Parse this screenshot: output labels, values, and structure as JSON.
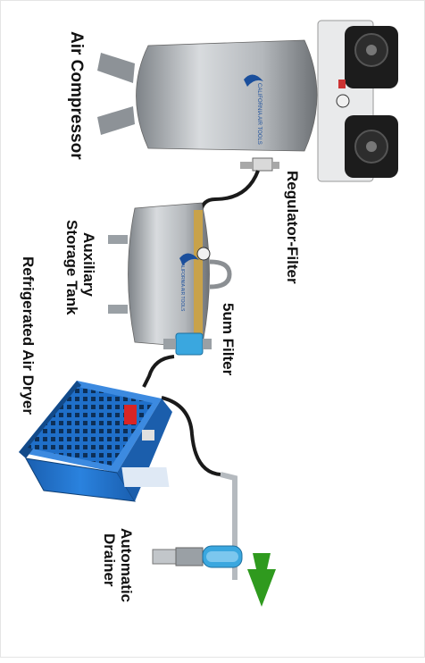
{
  "labels": {
    "air_compressor": "Air Compressor",
    "regulator_filter": "Regulator-Filter",
    "auxiliary_storage_tank_line1": "Auxiliary",
    "auxiliary_storage_tank_line2": "Storage Tank",
    "filter_5um": "5um Filter",
    "refrigerated_air_dryer": "Refrigerated Air Dryer",
    "automatic_drainer_line1": "Automatic",
    "automatic_drainer_line2": "Drainer"
  },
  "logos": {
    "compressor_brand": "CALIFORNIA AIR TOOLS",
    "tank_brand": "CALIFORNIA AIR TOOLS"
  },
  "colors": {
    "tank_silver": "#b9bdc1",
    "dryer_blue": "#1f6fc9",
    "flow_arrow_green": "#2f9a1e",
    "hose_black": "#1a1a1a",
    "filter_blue": "#3aa7df"
  }
}
